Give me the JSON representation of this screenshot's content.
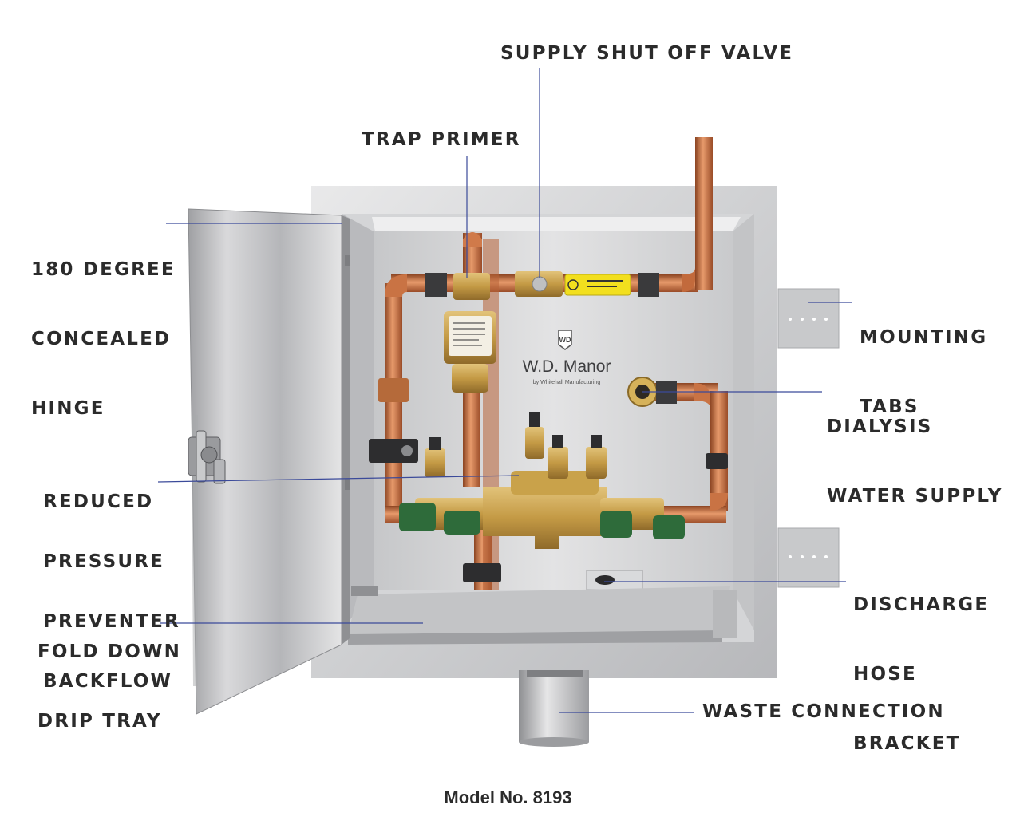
{
  "labels": {
    "supply_shut_off_valve": "SUPPLY SHUT OFF VALVE",
    "trap_primer": "TRAP PRIMER",
    "hinge": [
      "180 DEGREE",
      "CONCEALED",
      "HINGE"
    ],
    "mounting_tabs": [
      "MOUNTING",
      "TABS"
    ],
    "dialysis_water_supply": [
      "DIALYSIS",
      "WATER SUPPLY"
    ],
    "backflow_preventer": [
      "REDUCED",
      "PRESSURE",
      "PREVENTER",
      "BACKFLOW"
    ],
    "fold_down_drip_tray": [
      "FOLD DOWN",
      "DRIP TRAY"
    ],
    "discharge_hose_bracket": [
      "DISCHARGE",
      "HOSE",
      "BRACKET"
    ],
    "waste_connection": "WASTE CONNECTION"
  },
  "brand": {
    "logo_letters": "WD",
    "name": "W.D. Manor",
    "tagline": "by Whitehall Manufacturing"
  },
  "caption": "Model No. 8193",
  "colors": {
    "leader_line": "#3b4a9a",
    "copper": "#c26a3c",
    "brass": "#c9a24a",
    "steel": "#cfd0d2",
    "green_handle": "#2e6b3a",
    "yellow_tag": "#f2df1e",
    "text": "#2b2b2b"
  }
}
